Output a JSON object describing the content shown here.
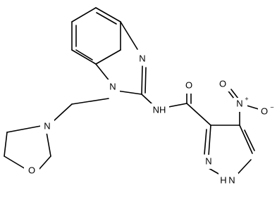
{
  "atoms": {
    "N_imidazole": "N",
    "N_benzimidazole_1": "N",
    "N_morpholine": "N",
    "O_morpholine": "O",
    "NH_amide": "NH",
    "O_carbonyl": "O",
    "N_nitro": "N",
    "nitro_plus": "+",
    "O_nitro_top": "O",
    "O_nitro_side": "O",
    "nitro_minus": "−",
    "N_pyrazole_2": "N",
    "NH_pyrazole_1": "N",
    "H_pyrazole_1": "H"
  }
}
